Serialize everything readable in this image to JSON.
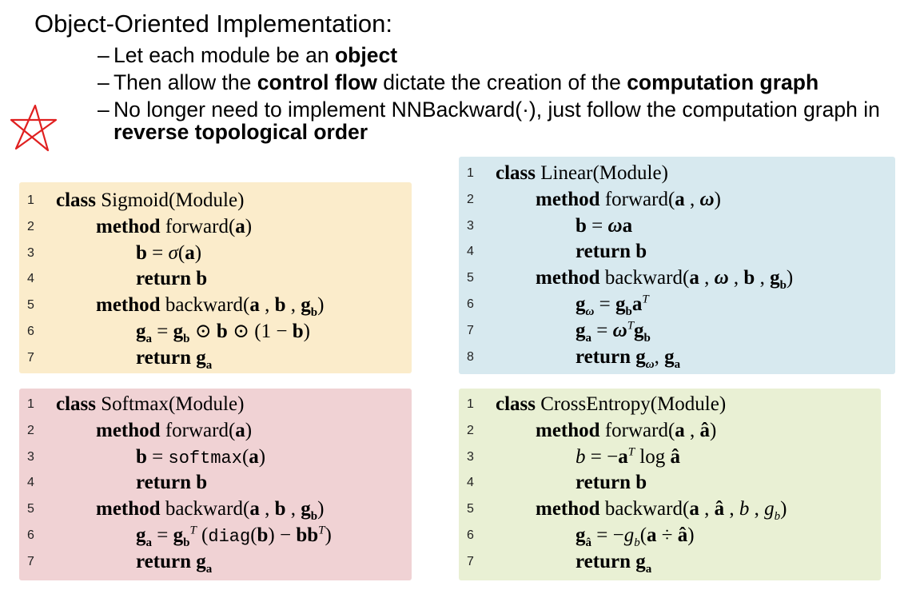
{
  "slide": {
    "title": "Object-Oriented Implementation:",
    "bullets": [
      {
        "dash": "–",
        "pre": "Let each module be an ",
        "bold1": "object",
        "mid": "",
        "bold2": "",
        "post": ""
      },
      {
        "dash": "–",
        "pre": "Then allow the ",
        "bold1": "control flow",
        "mid": " dictate the creation of the ",
        "bold2": "computation graph",
        "post": ""
      },
      {
        "dash": "–",
        "pre": "No longer need to implement NNBackward(·), just follow the computation graph in ",
        "bold1": "reverse topological order",
        "mid": "",
        "bold2": "",
        "post": ""
      }
    ]
  },
  "annotation": {
    "color": "#e02020",
    "icon": "star-icon"
  },
  "code_boxes": {
    "sigmoid": {
      "background": "#fbeccb",
      "line_numbers": [
        "1",
        "2",
        "3",
        "4",
        "5",
        "6",
        "7"
      ]
    },
    "linear": {
      "background": "#d7e9ef",
      "line_numbers": [
        "1",
        "2",
        "3",
        "4",
        "5",
        "6",
        "7",
        "8"
      ]
    },
    "softmax": {
      "background": "#f0d2d4",
      "line_numbers": [
        "1",
        "2",
        "3",
        "4",
        "5",
        "6",
        "7"
      ]
    },
    "crossentropy": {
      "background": "#e9f0d4",
      "line_numbers": [
        "1",
        "2",
        "3",
        "4",
        "5",
        "6",
        "7"
      ]
    }
  },
  "keywords": {
    "class": "class",
    "method": "method",
    "return": "return"
  },
  "names": {
    "sigmoid_decl": "Sigmoid(Module)",
    "linear_decl": "Linear(Module)",
    "softmax_decl": "Softmax(Module)",
    "crossentropy_decl": "CrossEntropy(Module)",
    "forward": "forward",
    "backward": "backward",
    "softmax_fn": "softmax",
    "diag_fn": "diag"
  }
}
